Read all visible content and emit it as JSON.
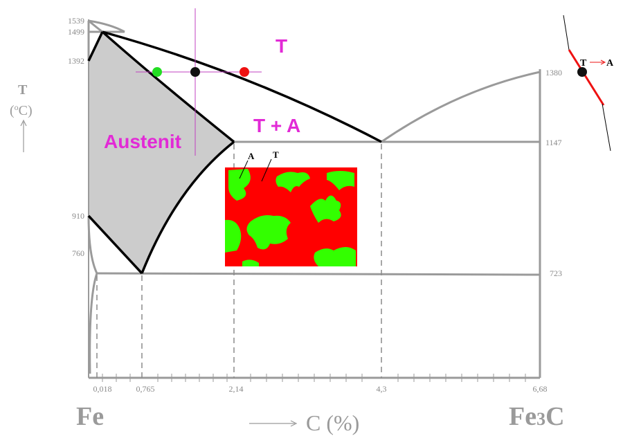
{
  "diagram": {
    "y_axis": {
      "symbol": "T",
      "unit": "(oC)"
    },
    "x_axis": {
      "label": "C (%)",
      "left_end": "Fe",
      "right_end": "Fe3C"
    },
    "y_ticks_left": [
      "1539",
      "1499",
      "1392",
      "910",
      "760"
    ],
    "y_ticks_right": [
      "1380",
      "1147",
      "723"
    ],
    "x_ticks": [
      "0,018",
      "0,765",
      "2,14",
      "4,3",
      "6,68"
    ],
    "phase_labels": {
      "liquid": "T",
      "liquid_austenite": "T + A",
      "austenite": "Austenit"
    },
    "microstructure": {
      "label_austenite": "A",
      "label_liquid": "T",
      "colors": {
        "liquid": "#ff0000",
        "austenite": "#33ff00"
      }
    },
    "inset": {
      "from": "T",
      "to": "A"
    },
    "colors": {
      "phase_label": "#e22ad6",
      "boundary": "#000000",
      "grey_line": "#9a9a9a",
      "austenite_fill": "#cccccc",
      "marker_green": "#22dd22",
      "marker_black": "#111111",
      "marker_red": "#ee1111"
    }
  }
}
